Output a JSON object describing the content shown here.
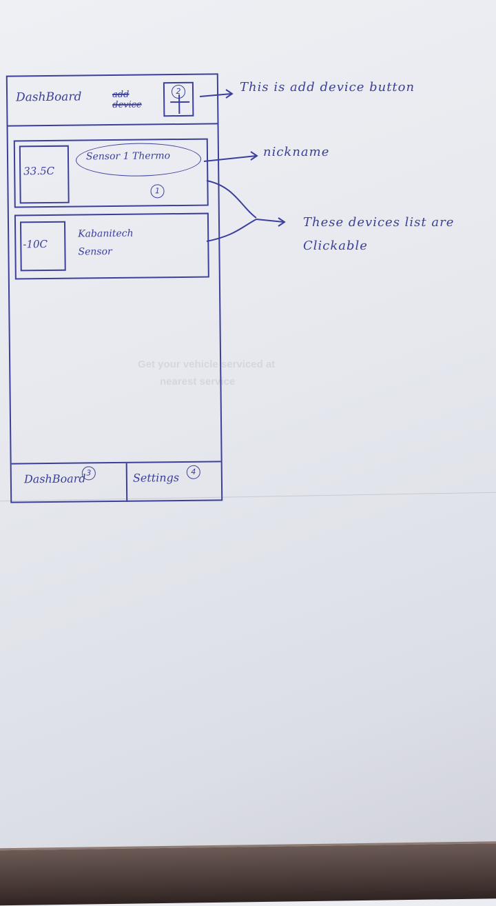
{
  "header": {
    "title": "DashBoard",
    "struck_text": "add device",
    "add_button_badge": "2"
  },
  "devices": [
    {
      "temperature": "33.5C",
      "nickname": "Sensor 1 Thermo",
      "badge": "1"
    },
    {
      "temperature": "-10C",
      "name": "Kabanitech Sensor"
    }
  ],
  "bottom_nav": {
    "items": [
      {
        "label": "DashBoard",
        "badge": "3"
      },
      {
        "label": "Settings",
        "badge": "4"
      }
    ]
  },
  "annotations": {
    "add_button": "This is add device button",
    "nickname": "nickname",
    "devices_list": "These devices list are Clickable"
  },
  "colors": {
    "ink": "#3b3f9a"
  }
}
